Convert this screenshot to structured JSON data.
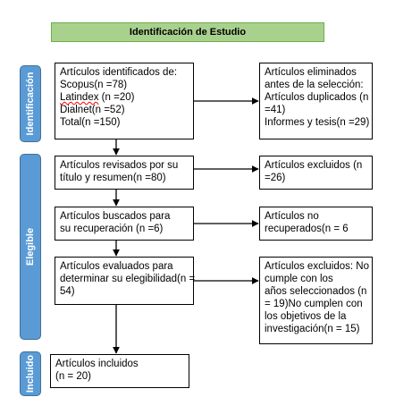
{
  "header": {
    "title": "Identificación de Estudio"
  },
  "stages": {
    "identification": "Identificación",
    "eligible": "Elegible",
    "included": "Incluido"
  },
  "boxes": {
    "identified": {
      "lines": [
        "Artículos identificados de:",
        "Scopus(n =78)",
        "Latindex",
        " (n =20)",
        "Dialnet(n =52)",
        "Total(n =150)"
      ]
    },
    "removed": {
      "lines": [
        "Artículos  eliminados",
        "antes de  la selección:",
        "Artículos duplicados (n",
        "=41)",
        "Informes  y tesis(n =29)"
      ]
    },
    "reviewed": {
      "lines": [
        "Artículos revisados por su",
        "título y resumen(n =80)"
      ]
    },
    "excluded1": {
      "lines": [
        "Artículos excluidos (n",
        "=26)"
      ]
    },
    "searched": {
      "lines": [
        "Artículos buscados      para",
        "su recuperación (n =6)"
      ]
    },
    "not_recovered": {
      "lines": [
        "Artículos no",
        "recuperados(n = 6"
      ]
    },
    "evaluated": {
      "lines": [
        "Artículos evaluados para",
        "determinar su elegibilidad(n =",
        "54)"
      ]
    },
    "excluded2": {
      "lines": [
        "Artículos excluidos: No",
        "cumple    con    los",
        "años seleccionados (n",
        "= 19)No cumplen con",
        "los objetivos de la",
        "investigación(n = 15)"
      ]
    },
    "included": {
      "lines": [
        "Artículos incluidos",
        "(n = 20)"
      ]
    }
  }
}
